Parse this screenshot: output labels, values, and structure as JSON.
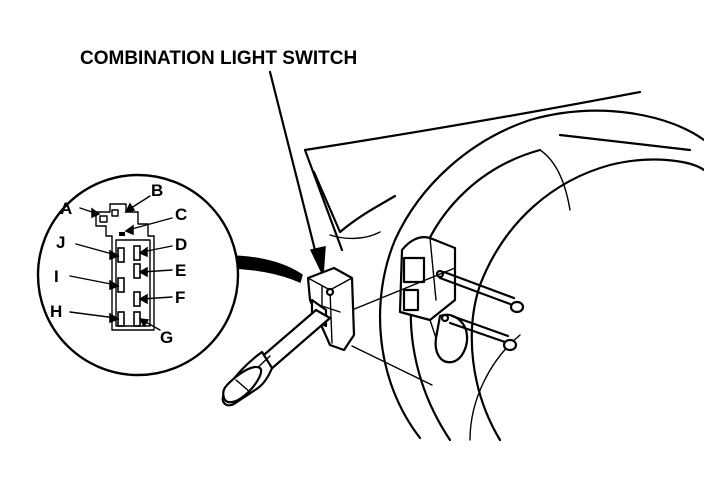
{
  "diagram": {
    "title": "COMBINATION LIGHT SWITCH",
    "connector_pins": [
      {
        "id": "A",
        "label": "A"
      },
      {
        "id": "B",
        "label": "B"
      },
      {
        "id": "C",
        "label": "C"
      },
      {
        "id": "D",
        "label": "D"
      },
      {
        "id": "E",
        "label": "E"
      },
      {
        "id": "F",
        "label": "F"
      },
      {
        "id": "G",
        "label": "G"
      },
      {
        "id": "H",
        "label": "H"
      },
      {
        "id": "I",
        "label": "I"
      },
      {
        "id": "J",
        "label": "J"
      }
    ]
  }
}
